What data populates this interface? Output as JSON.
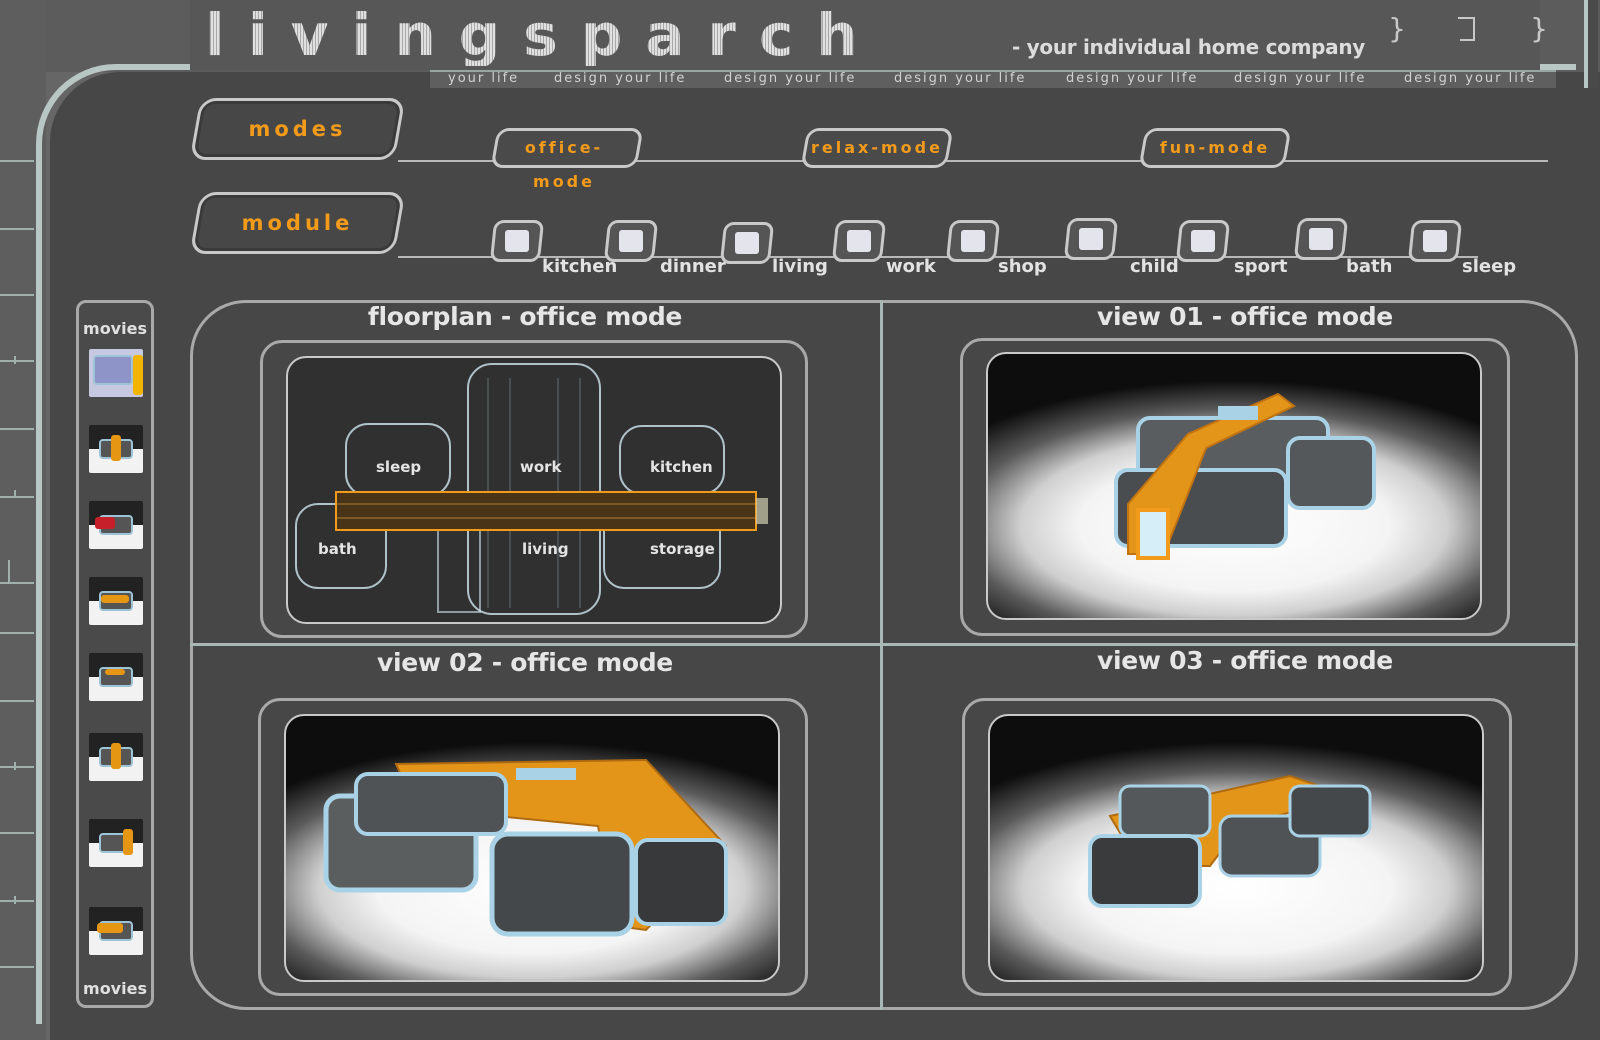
{
  "brand": {
    "logo": "livingsparch",
    "tagline": "- your individual home company"
  },
  "window_controls": [
    "minimize-icon",
    "restore-icon",
    "close-icon"
  ],
  "slogans": [
    "your life",
    "design your life",
    "design your life",
    "design your life",
    "design your life",
    "design your life",
    "design your life"
  ],
  "nav": {
    "modes_label": "modes",
    "module_label": "module",
    "modes": [
      "office-mode",
      "relax-mode",
      "fun-mode"
    ],
    "modules": [
      "kitchen",
      "dinner",
      "living",
      "work",
      "shop",
      "child",
      "sport",
      "bath",
      "sleep"
    ]
  },
  "movies": {
    "title_top": "movies",
    "title_bottom": "movies",
    "count": 8
  },
  "panels": {
    "floorplan": {
      "title": "floorplan  -  office mode",
      "rooms": [
        "sleep",
        "work",
        "kitchen",
        "bath",
        "living",
        "storage"
      ]
    },
    "view1": {
      "title": "view 01  -  office mode"
    },
    "view2": {
      "title": "view 02  -  office mode"
    },
    "view3": {
      "title": "view 03  - office mode"
    }
  },
  "colors": {
    "accent": "#f29a1a",
    "frame": "#b9c7c4",
    "background": "#474747"
  }
}
